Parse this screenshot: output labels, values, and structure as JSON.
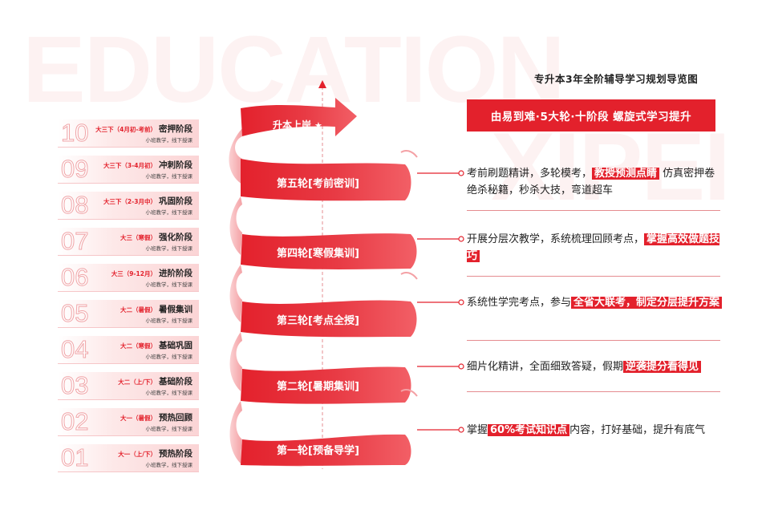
{
  "watermark": {
    "line1": "EDUCATION",
    "line2": "XIPEI"
  },
  "page_title": "专升本3年全阶辅导学习规划导览图",
  "slogan": "由易到难·5大轮·十阶段  螺旋式学习提升",
  "goal_label": "升本上岸",
  "goal_star": "★",
  "rounds": [
    {
      "label": "第五轮[考前密训]",
      "desc": [
        {
          "t": "考前刷题精讲，多轮模考，"
        },
        {
          "t": "教授预测点睛",
          "h": true
        },
        {
          "t": " 仿真密押卷绝杀秘籍，秒杀大技，弯道超车"
        }
      ]
    },
    {
      "label": "第四轮[寒假集训]",
      "desc": [
        {
          "t": "开展分层次教学，系统梳理回顾考点，"
        },
        {
          "t": "掌握高效做题技巧",
          "h": true
        }
      ]
    },
    {
      "label": "第三轮[考点全授]",
      "desc": [
        {
          "t": "系统性学完考点，参与"
        },
        {
          "t": "全省大联考，制定分层提升方案",
          "h": true
        }
      ]
    },
    {
      "label": "第二轮[暑期集训]",
      "desc": [
        {
          "t": "细片化精讲，全面细致答疑，假期"
        },
        {
          "t": "逆袭提分看得见",
          "h": true
        }
      ]
    },
    {
      "label": "第一轮[预备导学]",
      "desc": [
        {
          "t": "掌握"
        },
        {
          "t": "60%考试知识点",
          "h": true
        },
        {
          "t": "内容，打好基础，提升有底气"
        }
      ]
    }
  ],
  "stages": [
    {
      "num": "10",
      "when": "大三下（4月初-考前）",
      "title": "密押阶段",
      "sub": "小班教学，线下授课"
    },
    {
      "num": "09",
      "when": "大三下（3-4月初）",
      "title": "冲刺阶段",
      "sub": "小班教学，线下授课"
    },
    {
      "num": "08",
      "when": "大三下（2-3月中）",
      "title": "巩固阶段",
      "sub": "小班教学，线下授课"
    },
    {
      "num": "07",
      "when": "大三（寒假）",
      "title": "强化阶段",
      "sub": "小班教学，线下授课"
    },
    {
      "num": "06",
      "when": "大三（9-12月）",
      "title": "进阶阶段",
      "sub": "小班教学，线下授课"
    },
    {
      "num": "05",
      "when": "大二（暑假）",
      "title": "暑假集训",
      "sub": "小班教学，线下授课"
    },
    {
      "num": "04",
      "when": "大二（寒假）",
      "title": "基础巩固",
      "sub": "小班教学，线下授课"
    },
    {
      "num": "03",
      "when": "大二（上/下）",
      "title": "基础阶段",
      "sub": "小班教学，线下授课"
    },
    {
      "num": "02",
      "when": "大一（暑假）",
      "title": "预热回顾",
      "sub": "小班教学，线下授课"
    },
    {
      "num": "01",
      "when": "大一（上/下）",
      "title": "预热阶段",
      "sub": "小班教学，线下授课"
    }
  ],
  "colors": {
    "accent": "#e3212c",
    "light": "#fbd4d5"
  }
}
